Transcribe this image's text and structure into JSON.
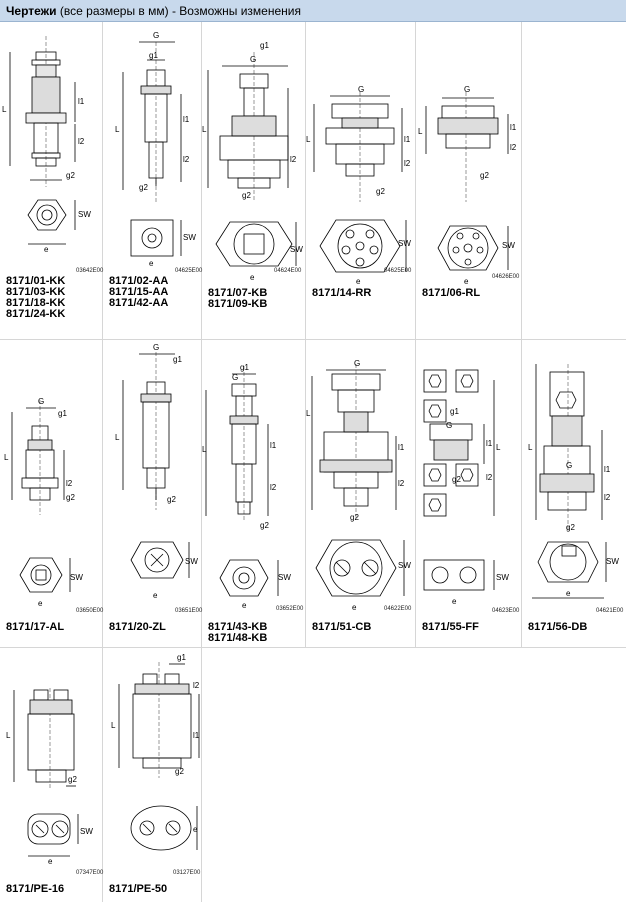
{
  "header": {
    "title_bold": "Чертежи",
    "title_rest": " (все размеры в мм) - Возможны изменения"
  },
  "dims": {
    "G": "G",
    "g1": "g1",
    "g2": "g2",
    "L": "L",
    "l1": "l1",
    "l2": "l2",
    "SW": "SW",
    "e": "e"
  },
  "cells": [
    {
      "labels": [
        "8171/01-KK",
        "8171/03-KK",
        "8171/18-KK",
        "8171/24-KK"
      ],
      "code": "03642E00"
    },
    {
      "labels": [
        "8171/02-AA",
        "8171/15-AA",
        "8171/42-AA"
      ],
      "code": "04625E00"
    },
    {
      "labels": [
        "8171/07-KB",
        "8171/09-KB"
      ],
      "code": "04624E00"
    },
    {
      "labels": [
        "8171/14-RR"
      ],
      "code": "04625E00"
    },
    {
      "labels": [
        "8171/06-RL"
      ],
      "code": "04626E00"
    },
    {
      "labels": [
        "8171/17-AL"
      ],
      "code": "03650E00"
    },
    {
      "labels": [
        "8171/20-ZL"
      ],
      "code": "03651E00"
    },
    {
      "labels": [
        "8171/43-KB",
        "8171/48-KB"
      ],
      "code": "03652E00"
    },
    {
      "labels": [
        "8171/51-CB"
      ],
      "code": "04622E00"
    },
    {
      "labels": [
        "8171/55-FF"
      ],
      "code": "04623E00"
    },
    {
      "labels": [
        "8171/56-DB"
      ],
      "code": "04621E00"
    },
    {
      "labels": [
        "8171/PE-16"
      ],
      "code": "07347E00"
    },
    {
      "labels": [
        "8171/PE-50"
      ],
      "code": "03127E00"
    }
  ]
}
